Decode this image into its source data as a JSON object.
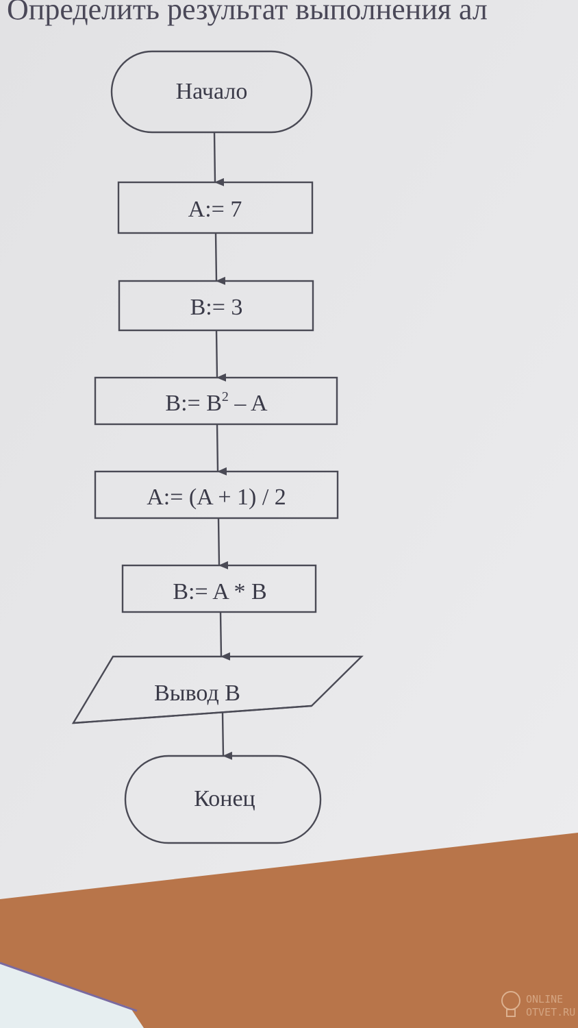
{
  "heading": "Определить результат выполнения ал",
  "flowchart": {
    "start": "Начало",
    "steps": [
      "A:= 7",
      "B:= 3"
    ],
    "step3": {
      "base": "B:= B",
      "sup": "2",
      "rest": " – A"
    },
    "step4": "A:= (A + 1) / 2",
    "step5": "B:= A * B",
    "output": "Вывод B",
    "end": "Конец"
  },
  "watermark": {
    "line1": "ONLINE",
    "line2": "OTVET.RU"
  },
  "colors": {
    "paper": "#e4e4e6",
    "table": "#b8754a",
    "ink": "#3a3a48"
  }
}
